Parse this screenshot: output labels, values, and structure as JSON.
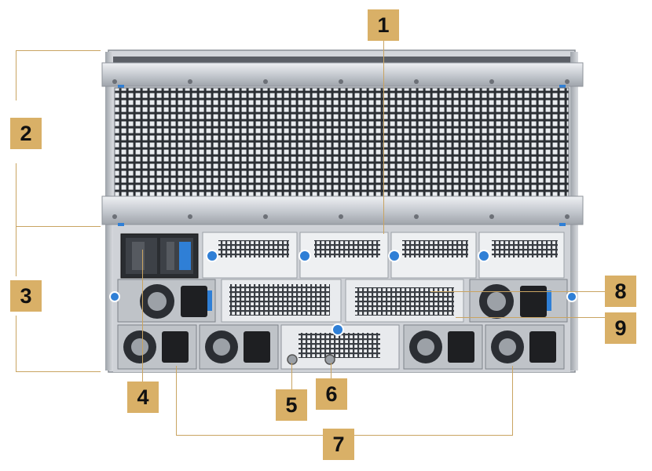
{
  "callouts": [
    {
      "id": "1",
      "label": "1"
    },
    {
      "id": "2",
      "label": "2"
    },
    {
      "id": "3",
      "label": "3"
    },
    {
      "id": "4",
      "label": "4"
    },
    {
      "id": "5",
      "label": "5"
    },
    {
      "id": "6",
      "label": "6"
    },
    {
      "id": "7",
      "label": "7"
    },
    {
      "id": "8",
      "label": "8"
    },
    {
      "id": "9",
      "label": "9"
    }
  ],
  "colors": {
    "callout_fill": "#d9b067",
    "leader_line": "#c9a462",
    "chassis_frame": "#c8ccd2",
    "mesh_dark": "#2b2f34",
    "latch_blue": "#2f7fd6",
    "psu_body": "#bfc3c8",
    "power_socket": "#1e1f22"
  }
}
